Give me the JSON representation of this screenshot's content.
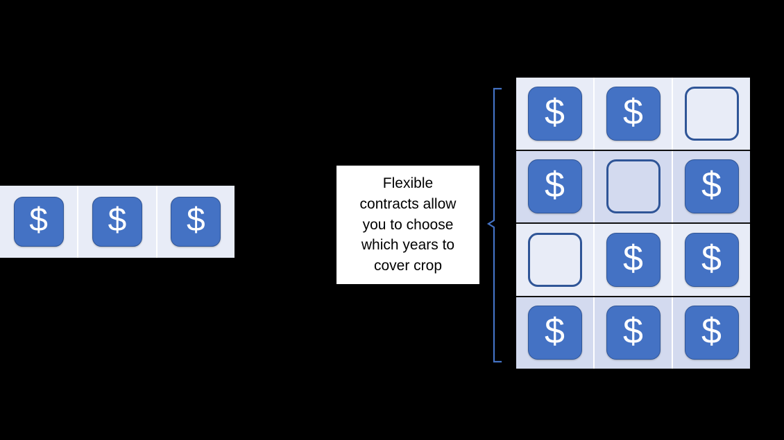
{
  "diagram": {
    "background_color": "#000000",
    "accent_color": "#4472c4",
    "accent_dark_color": "#2f5597",
    "row_light_color": "#e8ecf7",
    "row_dark_color": "#d3daef",
    "money_glyph": "$"
  },
  "callout": {
    "text": "Flexible\ncontracts allow\nyou to choose\nwhich years to\ncover crop",
    "background_color": "#ffffff",
    "text_color": "#000000"
  },
  "left_table": {
    "label": "standard-contract-row",
    "rows": [
      {
        "shade": "light",
        "cells": [
          {
            "state": "filled",
            "glyph": "$"
          },
          {
            "state": "filled",
            "glyph": "$"
          },
          {
            "state": "filled",
            "glyph": "$"
          }
        ]
      }
    ]
  },
  "right_grid": {
    "label": "flexible-contract-grid",
    "rows": [
      {
        "shade": "light",
        "cells": [
          {
            "state": "filled",
            "glyph": "$"
          },
          {
            "state": "filled",
            "glyph": "$"
          },
          {
            "state": "empty",
            "glyph": ""
          }
        ]
      },
      {
        "shade": "dark",
        "cells": [
          {
            "state": "filled",
            "glyph": "$"
          },
          {
            "state": "empty",
            "glyph": ""
          },
          {
            "state": "filled",
            "glyph": "$"
          }
        ]
      },
      {
        "shade": "light",
        "cells": [
          {
            "state": "empty",
            "glyph": ""
          },
          {
            "state": "filled",
            "glyph": "$"
          },
          {
            "state": "filled",
            "glyph": "$"
          }
        ]
      },
      {
        "shade": "dark",
        "cells": [
          {
            "state": "filled",
            "glyph": "$"
          },
          {
            "state": "filled",
            "glyph": "$"
          },
          {
            "state": "filled",
            "glyph": "$"
          }
        ]
      }
    ]
  },
  "brace": {
    "label": "grid-brace",
    "color": "#4472c4"
  }
}
